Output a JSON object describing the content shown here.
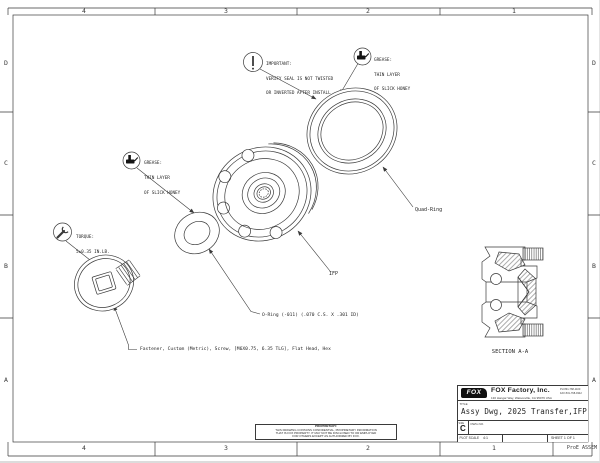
{
  "sheet": {
    "zones_top": [
      "4",
      "3",
      "2",
      "1"
    ],
    "zones_bottom": [
      "4",
      "3",
      "2",
      "1"
    ],
    "zones_left": [
      "D",
      "C",
      "B",
      "A"
    ],
    "zones_right": [
      "D",
      "C",
      "B",
      "A"
    ],
    "plot_stamp": "ProE ASSEM"
  },
  "callouts": {
    "important": {
      "symbol": "!",
      "lines": [
        "IMPORTANT:",
        "VERIFY SEAL IS NOT TWISTED",
        "OR INVERTED AFTER INSTALL"
      ]
    },
    "grease_top": {
      "icon": "grease-gun",
      "lines": [
        "GREASE:",
        "THIN LAYER",
        "OF SLICK HONEY"
      ]
    },
    "grease_left": {
      "icon": "grease-gun",
      "lines": [
        "GREASE:",
        "THIN LAYER",
        "OF SLICK HONEY"
      ]
    },
    "torque": {
      "icon": "torque-wrench",
      "lines": [
        "TORQUE:",
        "5±0.35 IN.LB."
      ]
    }
  },
  "labels": {
    "quad_ring": "Quad-Ring",
    "ifp": "IFP",
    "o_ring": "O-Ring (-011) (.070 C.S. X .301 ID)",
    "fastener": "Fastener, Custom (Metric), Screw, [M6X0.75, 6.35 TLG], Flat Head, Hex",
    "section": "SECTION A-A"
  },
  "title_block": {
    "logo": "FOX",
    "company": "FOX Factory, Inc.",
    "address": "130 Hangar Way, Watsonville, CA 95076 USA",
    "phone": "PH 831-768-1100",
    "fax": "FAX 831-768-9342",
    "title_label": "TITLE",
    "title": "Assy Dwg, 2025 Transfer,IFP",
    "size_label": "SIZE",
    "size": "C",
    "dwg_no_label": "DWG.NO.",
    "plot_scale_label": "PLOT SCALE",
    "plot_scale_value": "4:1",
    "sheet_label": "SHEET 1 OF 1"
  },
  "proprietary": {
    "heading": "PROPRIETARY:",
    "lines": [
      "THIS DRAWING CONTAINS CONFIDENTIAL, PROPRIETARY INFORMATION",
      "THAT IS FOX PROPERTY. IT MAY NOT BE DISCLOSED TO OR EMPLOYED",
      "FOR OTHERS EXCEPT AS AUTHORIZED BY FOX."
    ]
  },
  "colors": {
    "line": "#3a3a3a",
    "text": "#262626",
    "background": "#ffffff"
  }
}
